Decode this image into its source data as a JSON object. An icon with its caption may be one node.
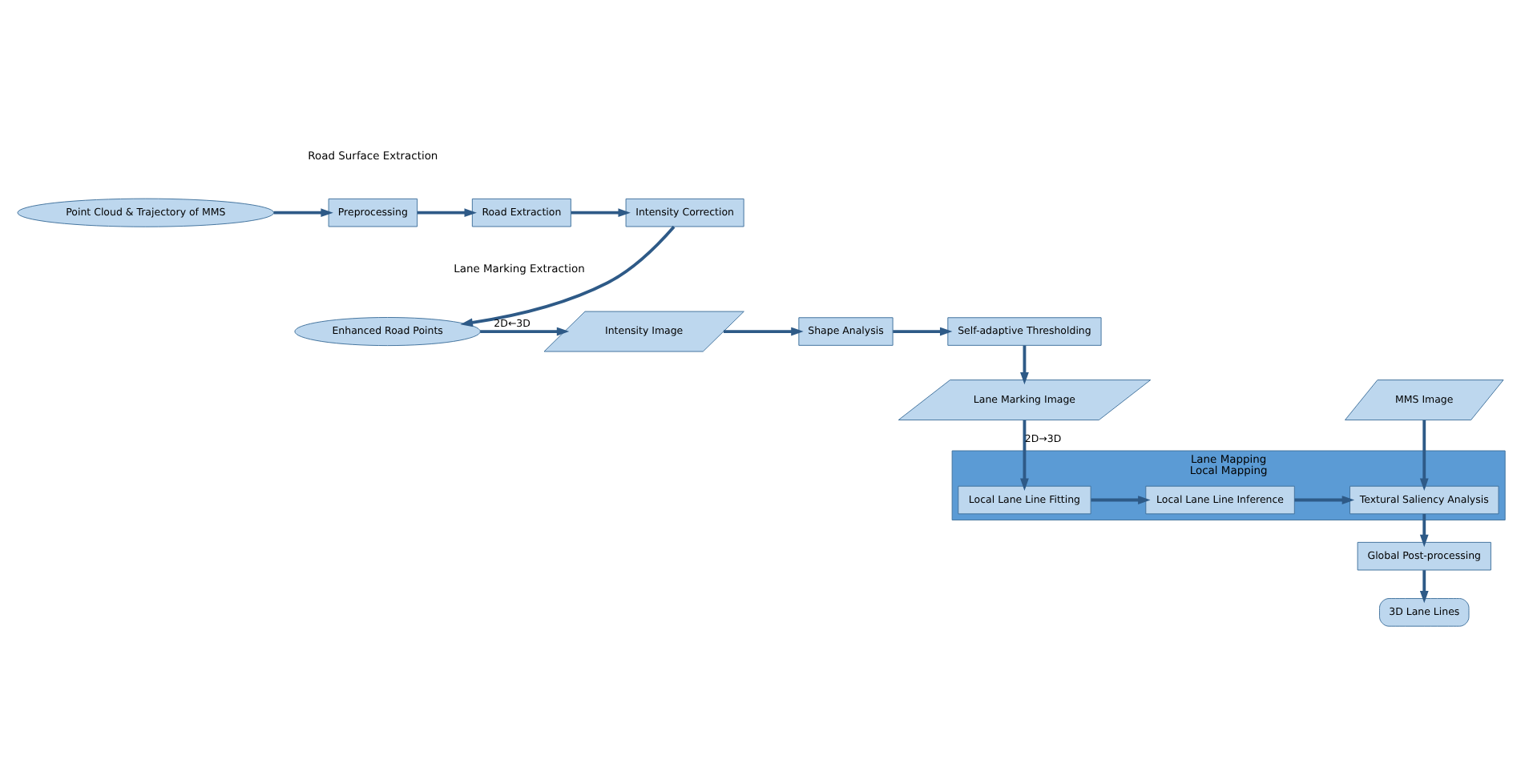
{
  "diagram": {
    "nodes": [
      {
        "text": [
          "Point Cloud & Trajectory of MMS"
        ]
      },
      {
        "text": [
          "Preprocessing"
        ]
      },
      {
        "text": [
          "Road Extraction"
        ]
      },
      {
        "text": [
          "Intensity Correction"
        ]
      },
      {
        "text": [
          "Enhanced Road Points"
        ]
      },
      {
        "text": [
          "Intensity Image"
        ]
      },
      {
        "text": [
          "Shape Analysis"
        ]
      },
      {
        "text": [
          "Self-adaptive Thresholding"
        ]
      },
      {
        "text": [
          "Lane Marking Image"
        ]
      },
      {
        "text": [
          "Lane Mapping",
          "Local Mapping"
        ]
      },
      {
        "text": [
          "Local Lane Line Fitting"
        ],
        "in": 9
      },
      {
        "text": [
          "Local Lane Line Inference"
        ],
        "in": 9
      },
      {
        "text": [
          "Textural Saliency Analysis"
        ],
        "in": 9
      },
      {
        "text": [
          "MMS Image"
        ]
      },
      {
        "text": [
          "Global Post-processing"
        ]
      },
      {
        "text": [
          "3D Lane Lines"
        ]
      }
    ],
    "edges": [
      {
        "from": 0,
        "to": 1,
        "arrow": "to"
      },
      {
        "from": 1,
        "to": 2,
        "arrow": "to"
      },
      {
        "from": 2,
        "to": 3,
        "arrow": "to"
      },
      {
        "from": 3,
        "to": 4,
        "arrow": "to"
      },
      {
        "from": 4,
        "to": 5,
        "arrow": "to",
        "label": "2D←3D"
      },
      {
        "from": 5,
        "to": 6,
        "arrow": "to"
      },
      {
        "from": 6,
        "to": 7,
        "arrow": "to"
      },
      {
        "from": 7,
        "to": 8,
        "arrow": "to"
      },
      {
        "from": 8,
        "to": 10,
        "arrow": "to",
        "label": "2D→3D"
      },
      {
        "from": 10,
        "to": 11,
        "arrow": "to"
      },
      {
        "from": 11,
        "to": 12,
        "arrow": "to"
      },
      {
        "from": 13,
        "to": 12,
        "arrow": "to"
      },
      {
        "from": 12,
        "to": 14,
        "arrow": "to"
      },
      {
        "from": 14,
        "to": 15,
        "arrow": "to"
      }
    ],
    "labels": [
      "Road Surface Extraction",
      "Lane Marking Extraction"
    ]
  }
}
